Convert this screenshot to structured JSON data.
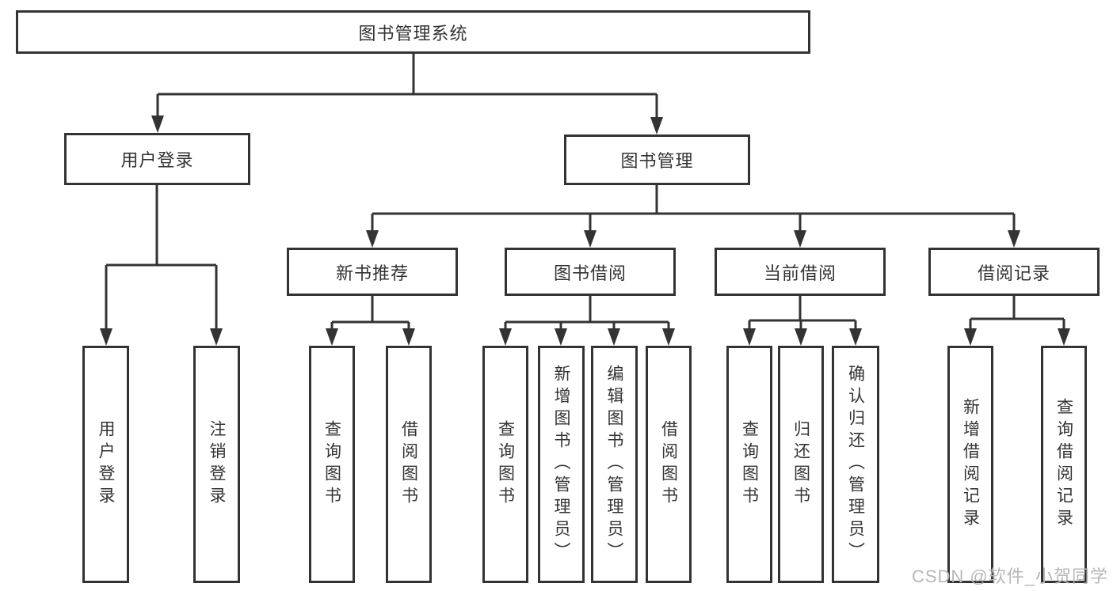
{
  "tree": {
    "root": {
      "label": "图书管理系统",
      "children": [
        {
          "label": "用户登录",
          "children": [
            {
              "label": "用户登录"
            },
            {
              "label": "注销登录"
            }
          ]
        },
        {
          "label": "图书管理",
          "children": [
            {
              "label": "新书推荐",
              "children": [
                {
                  "label": "查询图书"
                },
                {
                  "label": "借阅图书"
                }
              ]
            },
            {
              "label": "图书借阅",
              "children": [
                {
                  "label": "查询图书"
                },
                {
                  "label": "新增图书（管理员）"
                },
                {
                  "label": "编辑图书（管理员）"
                },
                {
                  "label": "借阅图书"
                }
              ]
            },
            {
              "label": "当前借阅",
              "children": [
                {
                  "label": "查询图书"
                },
                {
                  "label": "归还图书"
                },
                {
                  "label": "确认归还（管理员）"
                }
              ]
            },
            {
              "label": "借阅记录",
              "children": [
                {
                  "label": "新增借阅记录"
                },
                {
                  "label": "查询借阅记录"
                }
              ]
            }
          ]
        }
      ]
    }
  },
  "watermark": {
    "text": "CSDN @软件_小贺同学"
  },
  "colors": {
    "line": "#333333",
    "text": "#333333",
    "box_background": "#ffffff",
    "watermark": "#b7b7b7"
  }
}
